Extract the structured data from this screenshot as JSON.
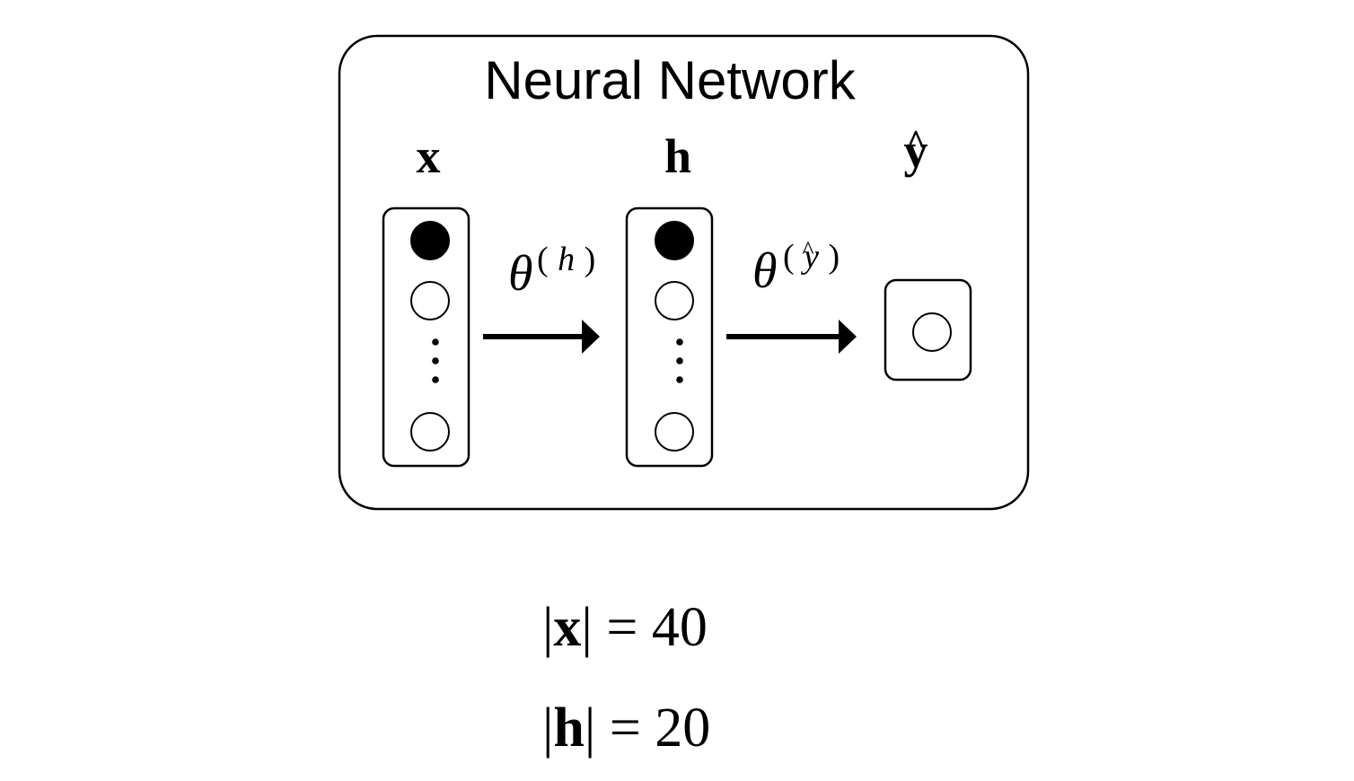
{
  "title": "Neural Network",
  "layers": {
    "input": {
      "symbol": "x"
    },
    "hidden": {
      "symbol": "h"
    },
    "output": {
      "symbol": "y",
      "accent": "^"
    }
  },
  "params": {
    "hidden": {
      "base": "θ",
      "sup_open": "(",
      "sup": "h",
      "sup_close": ")"
    },
    "output": {
      "base": "θ",
      "sup_open": "(",
      "sup": "y",
      "sup_accent": "^",
      "sup_close": ")"
    }
  },
  "sizes": [
    {
      "bar_left": "|",
      "var": "x",
      "bar_right": "|",
      "equals": " = ",
      "value": "40"
    },
    {
      "bar_left": "|",
      "var": "h",
      "bar_right": "|",
      "equals": " = ",
      "value": "20"
    }
  ]
}
